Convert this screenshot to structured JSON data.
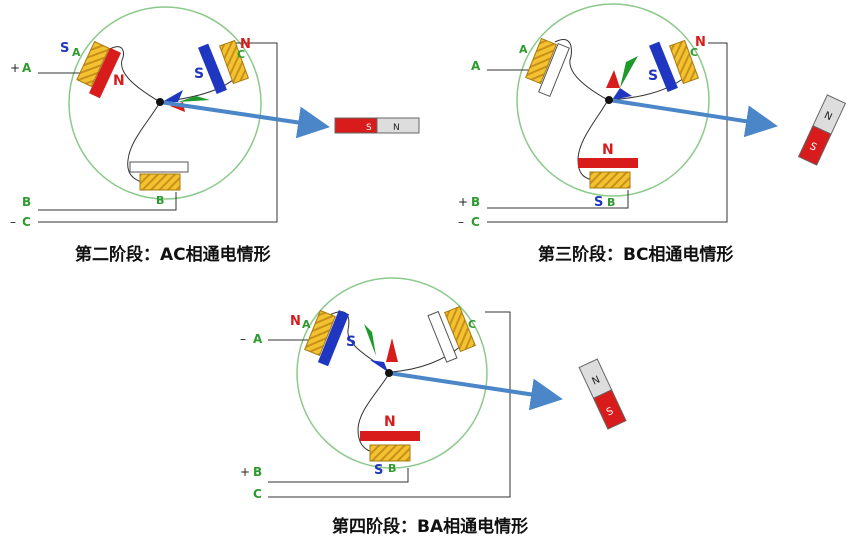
{
  "colors": {
    "circle": "#8cc98c",
    "coil": "#f2c230",
    "coil_stripe": "#c9901a",
    "label_green": "#2e9a2e",
    "north": "#d81c1c",
    "south": "#1f37c0",
    "arrow_blue": "#4a86c8",
    "wire": "#333333",
    "arrow_green": "#1e9a2a"
  },
  "panels": [
    {
      "caption": "第二阶段：AC相通电情形",
      "terminal_labels": {
        "a": "A",
        "b": "B",
        "c": "C"
      },
      "polarity": {
        "a": "+",
        "b": "",
        "c": "–"
      },
      "coil_labels": {
        "a": "A",
        "b": "B",
        "c": "C"
      },
      "pole_letters": {
        "a_side": "S",
        "c_side": "N",
        "a_magnet": "N",
        "c_magnet": "S",
        "b_magnet": ""
      },
      "external_magnet": {
        "left_label": "S",
        "right_label": "N"
      }
    },
    {
      "caption": "第三阶段：BC相通电情形",
      "terminal_labels": {
        "a": "A",
        "b": "B",
        "c": "C"
      },
      "polarity": {
        "a": "",
        "b": "+",
        "c": "–"
      },
      "coil_labels": {
        "a": "A",
        "b": "B",
        "c": "C"
      },
      "pole_letters": {
        "b_side": "S",
        "c_side": "N",
        "b_magnet": "N",
        "c_magnet": "S"
      },
      "external_magnet": {
        "top_label": "N",
        "bottom_label": "S"
      }
    },
    {
      "caption": "第四阶段：BA相通电情形",
      "terminal_labels": {
        "a": "A",
        "b": "B",
        "c": "C"
      },
      "polarity": {
        "a": "–",
        "b": "+",
        "c": ""
      },
      "coil_labels": {
        "a": "A",
        "b": "B",
        "c": "C"
      },
      "pole_letters": {
        "a_side": "N",
        "b_side": "S",
        "a_magnet": "S",
        "b_magnet": "N"
      },
      "external_magnet": {
        "top_label": "N",
        "bottom_label": "S"
      }
    }
  ]
}
